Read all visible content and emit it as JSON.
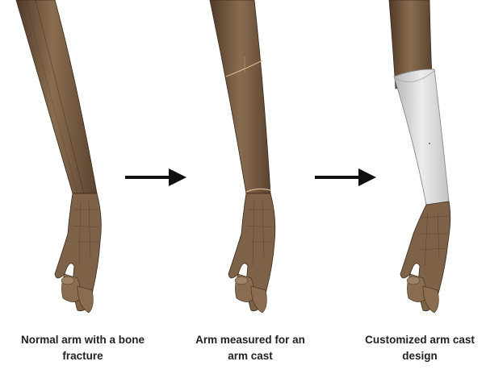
{
  "panels": [
    {
      "caption_lines": [
        "Normal arm with a bone",
        "fracture"
      ]
    },
    {
      "caption_lines": [
        "Arm measured for an",
        "arm cast"
      ]
    },
    {
      "caption_lines": [
        "Customized arm cast",
        "design"
      ]
    }
  ],
  "colors": {
    "skin": "#7d6247",
    "skin_shadow": "#4f3a29",
    "skin_highlight": "#9d8366",
    "measurement_line": "#d9b98f",
    "cast": "#e6e6e6",
    "cast_shadow": "#b5b5b5",
    "arrow": "#111111",
    "caption_text": "#222222"
  },
  "icons": {
    "transition_arrow": "right-arrow-icon"
  }
}
